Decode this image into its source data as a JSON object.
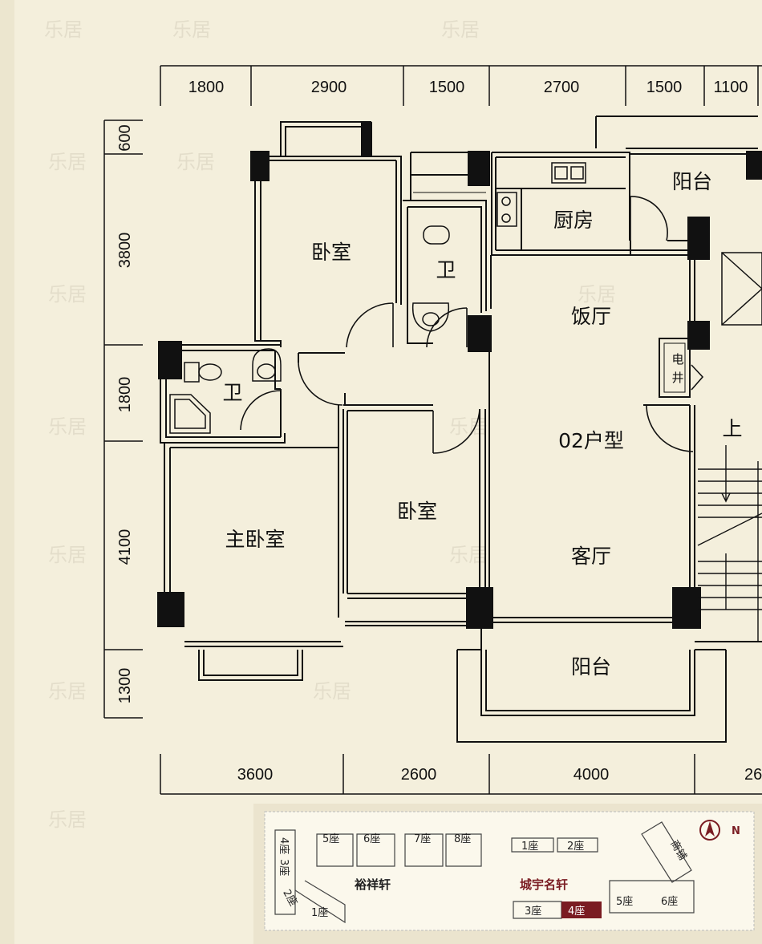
{
  "dimensions": {
    "top": [
      "1800",
      "2900",
      "1500",
      "2700",
      "1500",
      "1100"
    ],
    "left": [
      "600",
      "3800",
      "1800",
      "4100",
      "1300"
    ],
    "bottom": [
      "3600",
      "2600",
      "4000",
      "26"
    ]
  },
  "rooms": {
    "bedroom_top": "卧室",
    "bath_top": "卫",
    "kitchen": "厨房",
    "balcony_top": "阳台",
    "dining": "饭厅",
    "elec_shaft_1": "电",
    "elec_shaft_2": "井",
    "bath_left": "卫",
    "unit_type": "02户型",
    "up": "上",
    "bedroom_mid": "卧室",
    "master_bedroom": "主卧室",
    "living": "客厅",
    "balcony_bottom": "阳台"
  },
  "site_map": {
    "compass": "N",
    "buildings": [
      "4座",
      "5座",
      "6座",
      "7座",
      "8座",
      "3座",
      "2座",
      "1座",
      "1座",
      "2座",
      "3座",
      "4座",
      "5座",
      "6座"
    ],
    "shops": "商铺",
    "estate_1": "裕祥轩",
    "estate_2": "城宇名轩"
  },
  "watermark": "乐居",
  "colors": {
    "ink": "#111111",
    "paper": "#f4efdc",
    "highlight": "#7a1c22"
  }
}
